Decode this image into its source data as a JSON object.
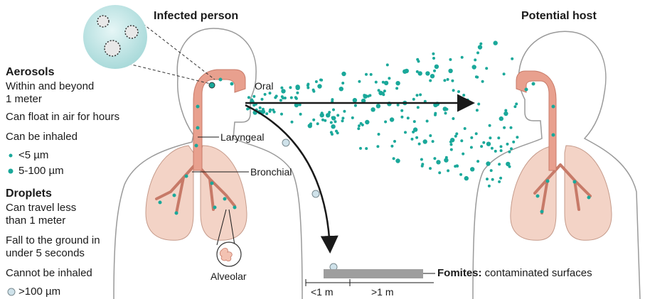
{
  "titles": {
    "infected": "Infected person",
    "host": "Potential host"
  },
  "legend": {
    "aerosols": {
      "heading": "Aerosols",
      "line1": "Within and beyond",
      "line2": "1 meter",
      "line3": "Can float in air for hours",
      "line4": "Can be inhaled",
      "size_small": "<5 µm",
      "size_medium": "5-100 µm"
    },
    "droplets": {
      "heading": "Droplets",
      "line1": "Can travel less",
      "line2": "than 1 meter",
      "line3": "Fall to the ground in",
      "line4": "under 5 seconds",
      "line5": "Cannot be inhaled",
      "size_large": ">100 µm"
    }
  },
  "labels": {
    "oral": "Oral",
    "laryngeal": "Laryngeal",
    "bronchial": "Bronchial",
    "alveolar": "Alveolar"
  },
  "fomites": {
    "bold": "Fomites:",
    "text": " contaminated surfaces",
    "scale_near": "<1 m",
    "scale_far": ">1 m"
  },
  "colors": {
    "aerosol": "#1aa89a",
    "droplet": "#cfe2ea",
    "tissue": "#e8a08e",
    "lung": "#f3d3c6",
    "outline": "#9a9a9a",
    "virus_bubble": "#c3e6e6"
  }
}
